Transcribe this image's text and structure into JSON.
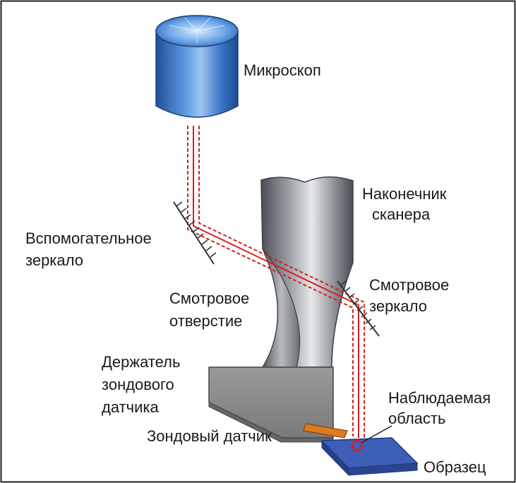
{
  "labels": {
    "microscope": "Микроскоп",
    "scanner_tip_1": "Наконечник",
    "scanner_tip_2": "сканера",
    "aux_mirror_1": "Вспомогательное",
    "aux_mirror_2": "зеркало",
    "view_hole_1": "Смотровое",
    "view_hole_2": "отверстие",
    "view_mirror_1": "Смотровое",
    "view_mirror_2": "зеркало",
    "holder_1": "Держатель",
    "holder_2": "зондового",
    "holder_3": "датчика",
    "observed_1": "Наблюдаемая",
    "observed_2": "область",
    "probe": "Зондовый датчик",
    "sample": "Образец"
  },
  "colors": {
    "frame": "#222222",
    "beam": "#d42020",
    "microscope_body": "#3a78c8",
    "scanner_body": "#8e9298",
    "holder_body": "#8c8c8c",
    "probe": "#e07a20",
    "sample": "#3d5fb8",
    "mirror": "#333333"
  }
}
